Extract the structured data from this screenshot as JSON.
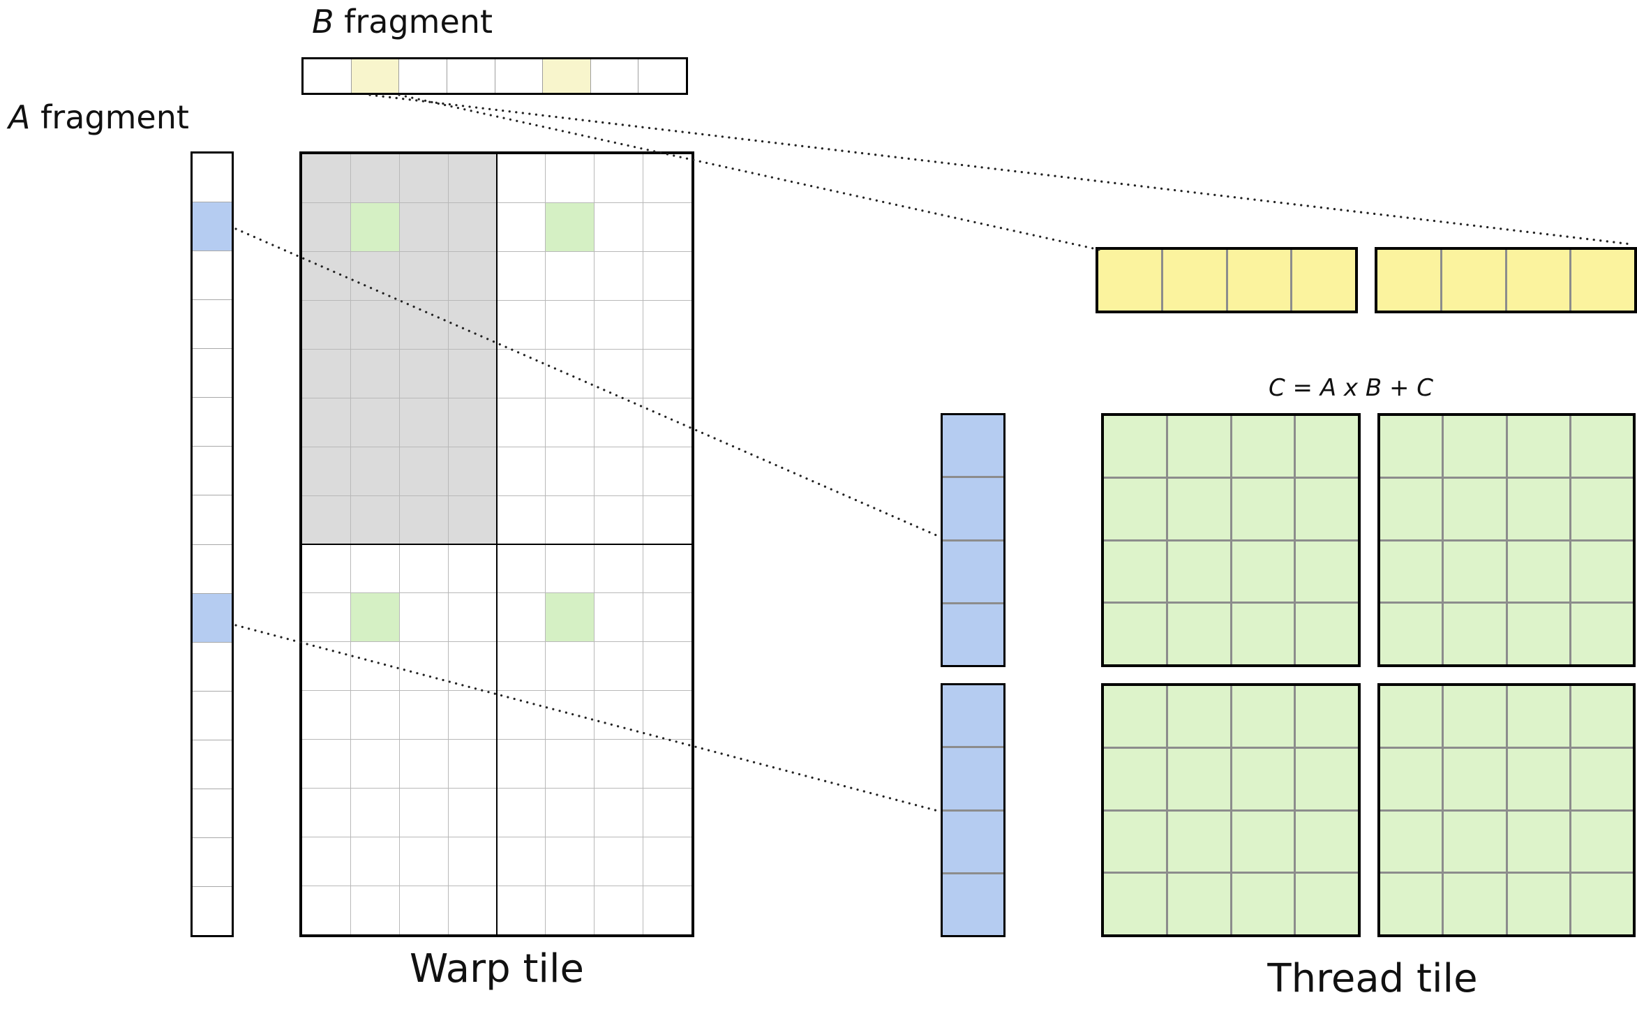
{
  "labels": {
    "a_fragment_italic": "A",
    "a_fragment_rest": " fragment",
    "b_fragment_italic": "B",
    "b_fragment_rest": " fragment",
    "warp_tile": "Warp tile",
    "thread_tile": "Thread tile",
    "equation": "C = A x B + C"
  },
  "colors": {
    "white": "#FFFFFF",
    "pale_yellow": "#F8F5CC",
    "yellow": "#FBF39E",
    "blue": "#B5CCF1",
    "green": "#D5F0C4",
    "bright_green": "#DDF3CA",
    "gray": "#DBDBDB"
  },
  "grids": {
    "b_fragment": {
      "rows": 1,
      "cols": 8,
      "base": "white",
      "cells": [
        {
          "r": 0,
          "c": 1,
          "color": "pale_yellow"
        },
        {
          "r": 0,
          "c": 5,
          "color": "pale_yellow"
        }
      ]
    },
    "a_fragment": {
      "rows": 16,
      "cols": 1,
      "base": "white",
      "cells": [
        {
          "r": 1,
          "c": 0,
          "color": "blue"
        },
        {
          "r": 9,
          "c": 0,
          "color": "blue"
        }
      ]
    },
    "warp_tile": {
      "rows": 16,
      "cols": 8,
      "base": "white",
      "regions": [
        {
          "r0": 0,
          "r1": 8,
          "c0": 0,
          "c1": 4,
          "color": "gray"
        }
      ],
      "cells": [
        {
          "r": 1,
          "c": 1,
          "color": "green"
        },
        {
          "r": 1,
          "c": 5,
          "color": "green"
        },
        {
          "r": 9,
          "c": 1,
          "color": "green"
        },
        {
          "r": 9,
          "c": 5,
          "color": "green"
        }
      ]
    },
    "b_thread_strip": {
      "rows": 1,
      "cols": 4,
      "base": "yellow"
    },
    "a_thread_column": {
      "rows": 4,
      "cols": 1,
      "base": "blue"
    },
    "c_thread_tile": {
      "rows": 4,
      "cols": 4,
      "base": "bright_green"
    }
  }
}
